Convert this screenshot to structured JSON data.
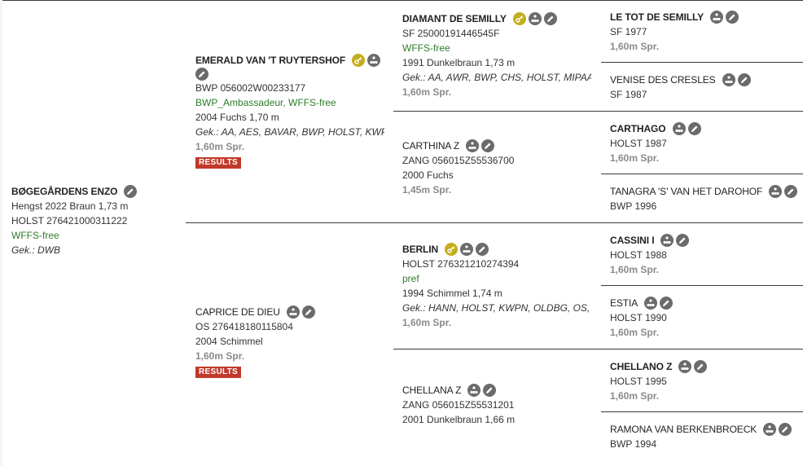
{
  "root": {
    "name": "BØGEGÅRDENS ENZO",
    "line1": "Hengst 2022 Braun 1,73 m",
    "line2": "HOLST 276421000311222",
    "line3": "WFFS-free",
    "line4": "Gek.: DWB"
  },
  "sire": {
    "name": "EMERALD VAN 'T RUYTERSHOF",
    "reg": "BWP 056002W00233177",
    "status": "BWP_Ambassadeur, WFFS-free",
    "desc": "2004 Fuchs 1,70 m",
    "gek": "Gek.: AA, AES, BAVAR, BWP, HOLST, KWPN,...",
    "spr": "1,60m Spr.",
    "results": "RESULTS"
  },
  "dam": {
    "name": "CAPRICE DE DIEU",
    "reg": "OS 276418180115804",
    "desc": "2004 Schimmel",
    "spr": "1,60m Spr.",
    "results": "RESULTS"
  },
  "ss": {
    "name": "DIAMANT DE SEMILLY",
    "reg": "SF 25000191446545F",
    "status": "WFFS-free",
    "desc": "1991 Dunkelbraun 1,73 m",
    "gek": "Gek.: AA, AWR, BWP, CHS, HOLST, MIPAAF,...",
    "spr": "1,60m Spr."
  },
  "sd": {
    "name": "CARTHINA Z",
    "reg": "ZANG 056015Z55536700",
    "desc": "2000 Fuchs",
    "spr": "1,45m Spr."
  },
  "ds": {
    "name": "BERLIN",
    "reg": "HOLST 276321210274394",
    "status": "pref",
    "desc": "1994 Schimmel 1,74 m",
    "gek": "Gek.: HANN, HOLST, KWPN, OLDBG, OS, R...",
    "spr": "1,60m Spr."
  },
  "dd": {
    "name": "CHELLANA Z",
    "reg": "ZANG 056015Z55531201",
    "desc": "2001 Dunkelbraun 1,66 m"
  },
  "sss": {
    "name": "LE TOT DE SEMILLY",
    "reg": "SF 1977",
    "spr": "1,60m Spr."
  },
  "ssd": {
    "name": "VENISE DES CRESLES",
    "reg": "SF 1987"
  },
  "sds": {
    "name": "CARTHAGO",
    "reg": "HOLST 1987",
    "spr": "1,60m Spr."
  },
  "sdd": {
    "name": "TANAGRA 'S' VAN HET DAROHOF",
    "reg": "BWP 1996"
  },
  "dss": {
    "name": "CASSINI I",
    "reg": "HOLST 1988",
    "spr": "1,60m Spr."
  },
  "dsd": {
    "name": "ESTIA",
    "reg": "HOLST 1990",
    "spr": "1,60m Spr."
  },
  "dds": {
    "name": "CHELLANO Z",
    "reg": "HOLST 1995",
    "spr": "1,60m Spr."
  },
  "ddd": {
    "name": "RAMONA VAN BERKENBROECK",
    "reg": "BWP 1994"
  },
  "icons": {
    "pencil": "edit-pencil-icon",
    "tree": "pedigree-tree-icon",
    "key": "key-icon"
  },
  "colors": {
    "gold_icon": "#c3ad1d",
    "grey_icon": "#6b6b6b",
    "green_text": "#2f7d2a",
    "results_bg": "#c0392b"
  }
}
